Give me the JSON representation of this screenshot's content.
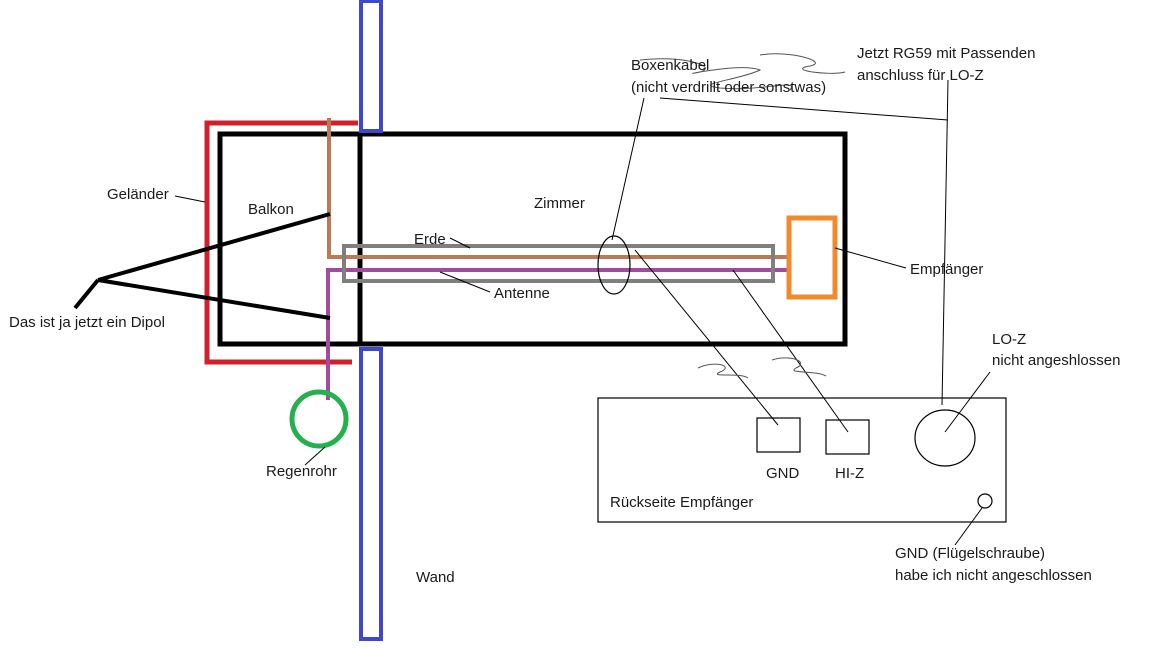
{
  "labels": {
    "gelaender": "Geländer",
    "balkon": "Balkon",
    "zimmer": "Zimmer",
    "erde": "Erde",
    "antenne": "Antenne",
    "dipol": "Das ist ja jetzt ein Dipol",
    "regenrohr": "Regenrohr",
    "wand": "Wand",
    "empfaenger": "Empfänger",
    "boxenkabel_line1": "Boxenkabel",
    "boxenkabel_line2": "(nicht verdrillt oder sonstwas)",
    "rg59_line1": "Jetzt RG59 mit Passenden",
    "rg59_line2": "anschluss für LO-Z",
    "loz_line1": "LO-Z",
    "loz_line2": "nicht angeshlossen",
    "gnd": "GND",
    "hiz": "HI-Z",
    "rueckseite": "Rückseite Empfänger",
    "gnd_screw_line1": "GND (Flügelschraube)",
    "gnd_screw_line2": "habe ich nicht angeschlossen"
  },
  "colors": {
    "railing": "#d0202a",
    "wall": "#3f48cc",
    "room_outline": "#000000",
    "earth_wire": "#b97a57",
    "antenna_wire": "#a349a4",
    "cable_sheath": "#7f7f7f",
    "receiver": "#f08a2c",
    "downpipe": "#22b14c",
    "annotation_line": "#000000"
  }
}
